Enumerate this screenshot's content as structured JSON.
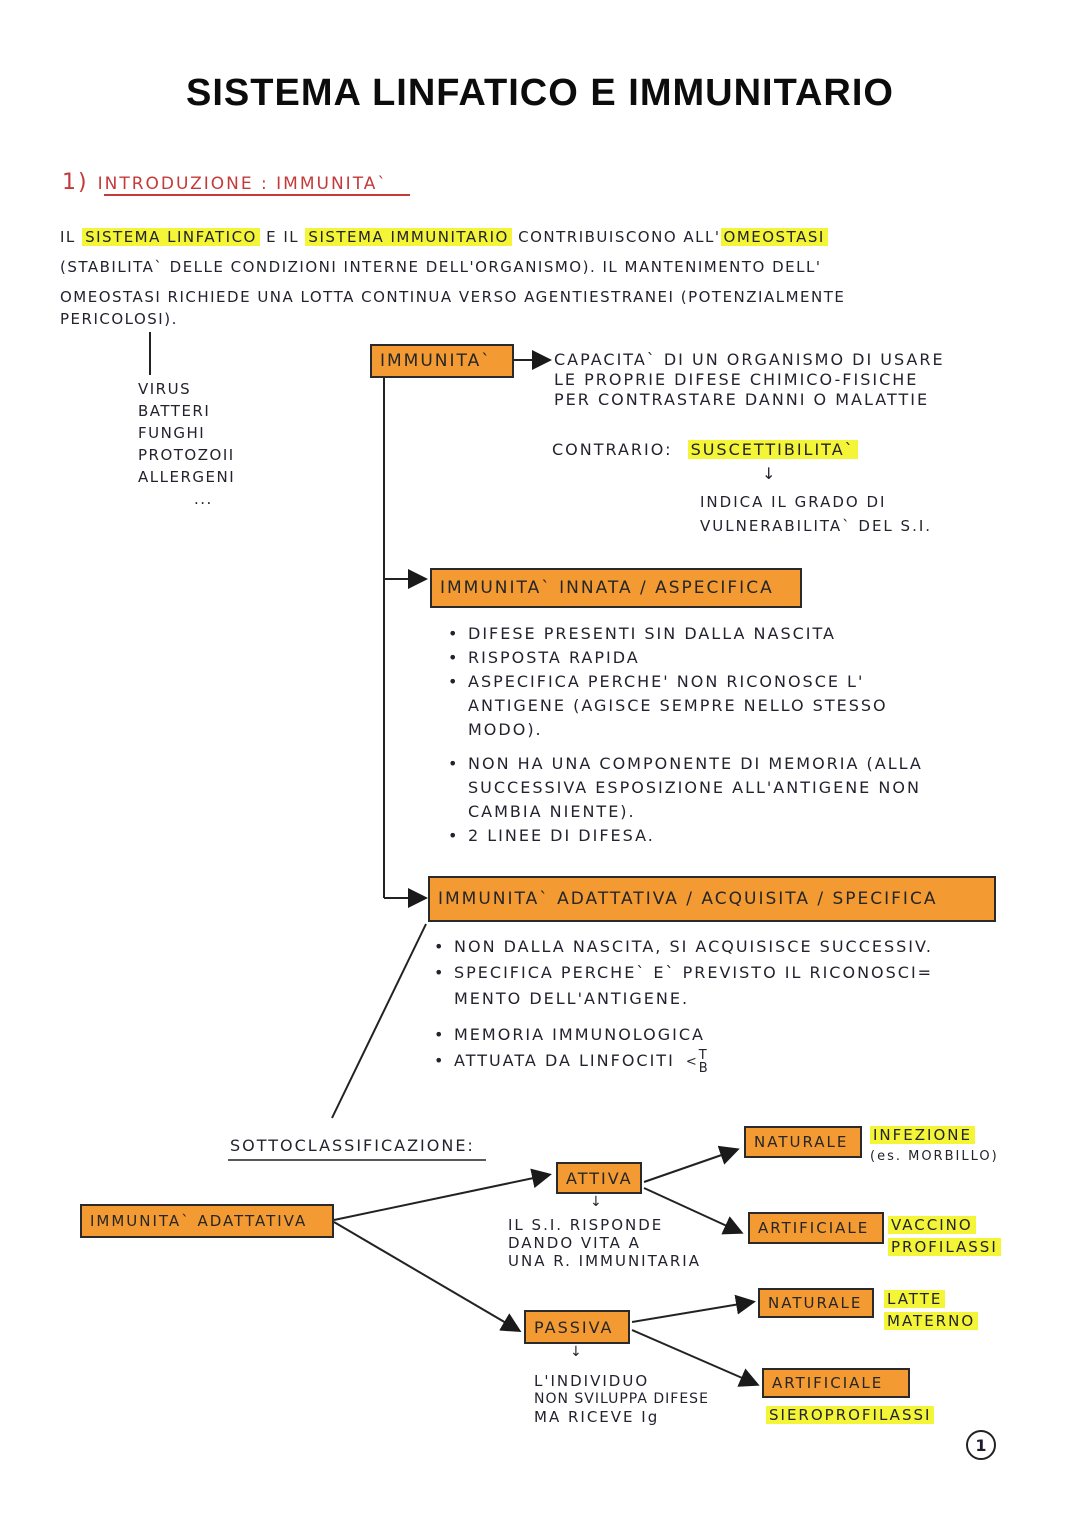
{
  "title": "SISTEMA LINFATICO E IMMUNITARIO",
  "section": {
    "number": "1)",
    "heading": "INTRODUZIONE : IMMUNITA`"
  },
  "intro": {
    "line1": [
      {
        "t": "IL ",
        "hl": false
      },
      {
        "t": "SISTEMA LINFATICO",
        "hl": true
      },
      {
        "t": " E IL ",
        "hl": false
      },
      {
        "t": "SISTEMA IMMUNITARIO",
        "hl": true
      },
      {
        "t": " CONTRIBUISCONO ALL'",
        "hl": false
      },
      {
        "t": "OMEOSTASI",
        "hl": true
      }
    ],
    "line2": "(STABILITA` DELLE CONDIZIONI INTERNE DELL'ORGANISMO). IL MANTENIMENTO DELL'",
    "line3": "OMEOSTASI RICHIEDE UNA LOTTA CONTINUA VERSO AGENTIESTRANEI (POTENZIALMENTE",
    "line4": "PERICOLOSI)."
  },
  "agents": [
    "VIRUS",
    "BATTERI",
    "FUNGHI",
    "PROTOZOII",
    "ALLERGENI",
    "..."
  ],
  "immunita": {
    "label": "IMMUNITA`",
    "definition": [
      "CAPACITA` DI UN ORGANISMO DI USARE",
      "LE PROPRIE DIFESE CHIMICO-FISICHE",
      "PER CONTRASTARE DANNI O MALATTIE"
    ],
    "contrario_label": "CONTRARIO:",
    "contrario_value": "SUSCETTIBILITA`",
    "arrow": "↓",
    "contrario_desc": [
      "INDICA IL GRADO DI",
      "VULNERABILITA` DEL S.I."
    ]
  },
  "innata": {
    "label": "IMMUNITA` INNATA / ASPECIFICA",
    "bullets": [
      "DIFESE PRESENTI SIN DALLA NASCITA",
      "RISPOSTA RAPIDA",
      "ASPECIFICA PERCHE' NON RICONOSCE L' ANTIGENE (AGISCE SEMPRE NELLO STESSO MODO).",
      "NON HA UNA COMPONENTE DI MEMORIA (ALLA SUCCESSIVA ESPOSIZIONE ALL'ANTIGENE NON CAMBIA NIENTE).",
      "2 LINEE DI DIFESA."
    ]
  },
  "adattativa": {
    "label": "IMMUNITA` ADATTATIVA / ACQUISITA / SPECIFICA",
    "bullets": [
      "NON DALLA NASCITA, SI ACQUISISCE SUCCESSIV.",
      "SPECIFICA PERCHE` E` PREVISTO IL RICONOSCI= MENTO DELL'ANTIGENE.",
      "MEMORIA IMMUNOLOGICA",
      "ATTUATA DA LINFOCITI"
    ],
    "linfociti": [
      "T",
      "B"
    ]
  },
  "sotto": {
    "heading": "SOTTOCLASSIFICAZIONE:",
    "root": "IMMUNITA` ADATTATIVA",
    "attiva": {
      "label": "ATTIVA",
      "arrow": "↓",
      "desc": [
        "IL S.I. RISPONDE",
        "DANDO VITA A",
        "UNA R. IMMUNITARIA"
      ],
      "naturale": {
        "label": "NATURALE",
        "note1": "INFEZIONE",
        "note2": "(es. MORBILLO)"
      },
      "artificiale": {
        "label": "ARTIFICIALE",
        "note1": "VACCINO",
        "note2": "PROFILASSI"
      }
    },
    "passiva": {
      "label": "PASSIVA",
      "arrow": "↓",
      "desc": [
        "L'INDIVIDUO",
        "NON SVILUPPA DIFESE",
        "MA RICEVE Ig"
      ],
      "naturale": {
        "label": "NATURALE",
        "note1": "LATTE",
        "note2": "MATERNO"
      },
      "artificiale": {
        "label": "ARTIFICIALE",
        "note1": "SIEROPROFILASSI"
      }
    }
  },
  "page_number": "1"
}
